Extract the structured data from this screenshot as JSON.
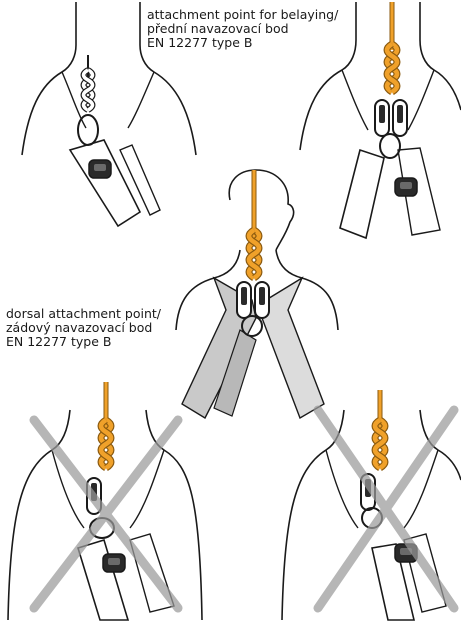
{
  "colors": {
    "line": "#1a1a1a",
    "rope": "#f0a12a",
    "rope_outline": "#8a5a10",
    "strap": "#c9c9c9",
    "strap_light": "#dcdcdc",
    "cross_mark": "#9a9a9a",
    "buckle": "#2a2a2a",
    "background": "#ffffff"
  },
  "labels": {
    "front": {
      "line1": "attachment point for belaying/",
      "line2": "přední navazovací bod",
      "line3": "EN 12277 type B"
    },
    "dorsal": {
      "line1": "dorsal attachment point/",
      "line2": "zádový navazovací bod",
      "line3": "EN 12277 type B"
    }
  },
  "figures": [
    {
      "id": "front-tie-in-correct",
      "status": "correct"
    },
    {
      "id": "front-carabiner-correct",
      "status": "correct"
    },
    {
      "id": "dorsal-carabiner-correct",
      "status": "correct"
    },
    {
      "id": "incorrect-left",
      "status": "incorrect"
    },
    {
      "id": "incorrect-right",
      "status": "incorrect"
    }
  ],
  "icons": {
    "knot": "figure-eight-knot-icon",
    "carabiner": "carabiner-icon",
    "buckle": "buckle-icon",
    "cross": "prohibited-cross-icon"
  }
}
